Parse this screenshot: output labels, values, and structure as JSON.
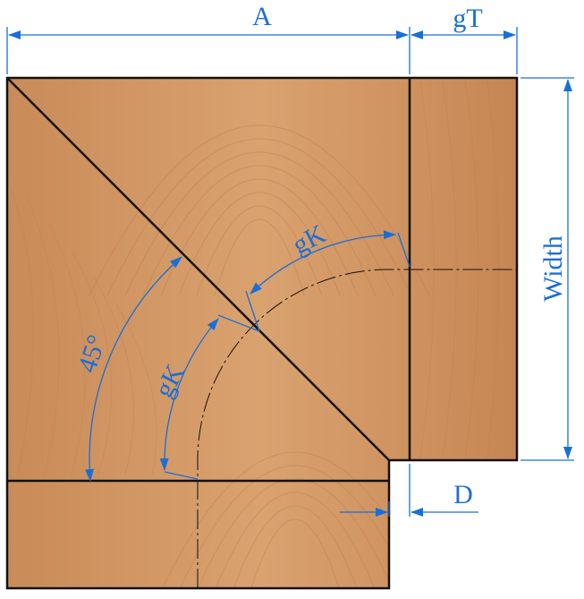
{
  "diagram": {
    "labels": {
      "a": "A",
      "gt": "gT",
      "width": "Width",
      "gk_top": "gK",
      "gk_left": "gK",
      "angle": "45°",
      "d": "D"
    },
    "colors": {
      "dimension": "#1a6fd6",
      "outline": "#111111",
      "wood_light": "#d9a26f",
      "wood_mid": "#c98b58",
      "wood_dark": "#b9784a"
    }
  }
}
